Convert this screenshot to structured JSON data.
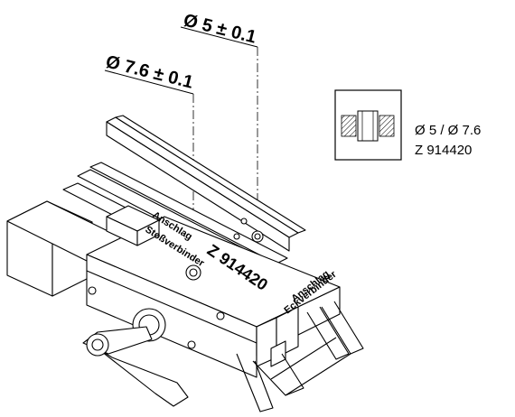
{
  "dimensions": {
    "d5": "Ø 5 ± 0.1",
    "d76": "Ø 7.6 ± 0.1"
  },
  "legend": {
    "line1": "Ø 5 / Ø 7.6",
    "line2": "Z 914420"
  },
  "part_labels": {
    "stop_butt_1": "Anschlag",
    "stop_butt_2": "Stoßverbinder",
    "center_code": "Z 914420",
    "stop_corner_1": "Anschlag",
    "stop_corner_2": "Eckverbinder"
  }
}
